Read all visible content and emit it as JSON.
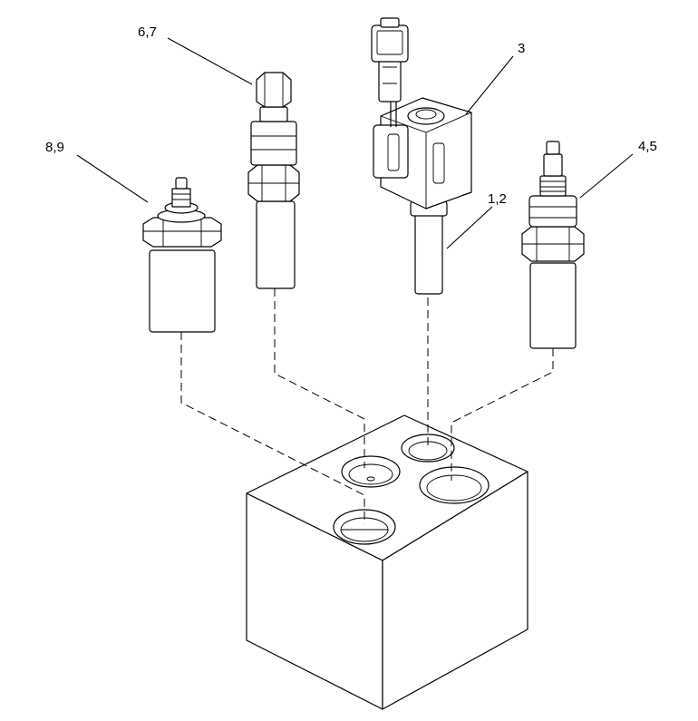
{
  "callouts": {
    "valve_body": "1,2",
    "solenoid_coil": "3",
    "sensor_right": "4,5",
    "sensor_tall": "6,7",
    "sensor_left": "8,9"
  }
}
